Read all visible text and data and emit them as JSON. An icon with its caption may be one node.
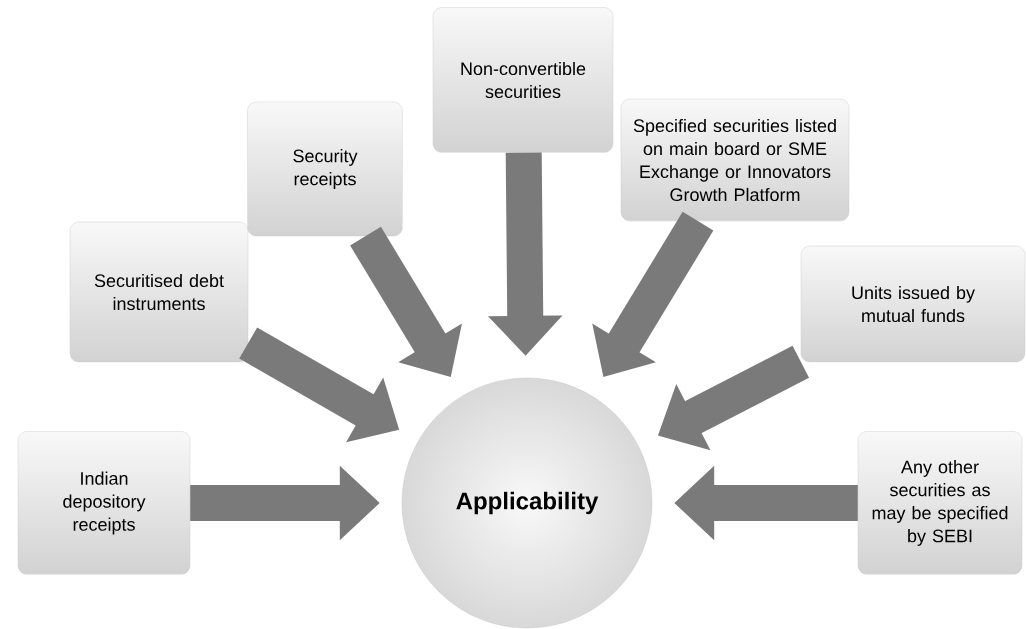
{
  "diagram": {
    "nodes": [
      {
        "text": [
          "Indian depository receipts"
        ]
      },
      {
        "text": [
          "Securitised debt instruments"
        ]
      },
      {
        "text": [
          "Security receipts"
        ]
      },
      {
        "text": [
          "Non-convertible securities"
        ]
      },
      {
        "text": [
          "Specified securities listed on main board or SME Exchange or Innovators Growth Platform"
        ]
      },
      {
        "text": [
          "Units issued by mutual funds"
        ]
      },
      {
        "text": [
          "Any other securities as may be specified by SEBI"
        ]
      },
      {
        "text": [
          "Applicability"
        ]
      }
    ],
    "edges": [
      {
        "from": 0,
        "to": 7,
        "arrow": "to"
      },
      {
        "from": 1,
        "to": 7,
        "arrow": "to"
      },
      {
        "from": 2,
        "to": 7,
        "arrow": "to"
      },
      {
        "from": 3,
        "to": 7,
        "arrow": "to"
      },
      {
        "from": 4,
        "to": 7,
        "arrow": "to"
      },
      {
        "from": 5,
        "to": 7,
        "arrow": "to"
      },
      {
        "from": 6,
        "to": 7,
        "arrow": "to"
      }
    ]
  }
}
